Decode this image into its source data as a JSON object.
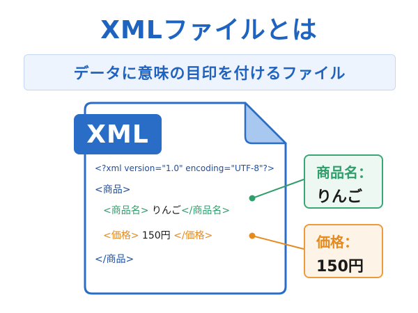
{
  "header": {
    "title": "XMLファイルとは",
    "subtitle": "データに意味の目印を付けるファイル"
  },
  "document": {
    "badge": "XML",
    "declaration": "<?xml version=\"1.0\" encoding=\"UTF-8\"?>",
    "root_open": "<商品>",
    "name_open": "<商品名>",
    "name_value": "りんご",
    "name_close": "</商品名>",
    "price_open": "<価格>",
    "price_value": "150円",
    "price_close": "</価格>",
    "root_close": "</商品>"
  },
  "callouts": {
    "name": {
      "label": "商品名：",
      "value": "りんご"
    },
    "price": {
      "label": "価格：",
      "value": "150円"
    }
  },
  "colors": {
    "primary": "#1f63c0",
    "green": "#2e9e6b",
    "orange": "#e58a1f"
  }
}
